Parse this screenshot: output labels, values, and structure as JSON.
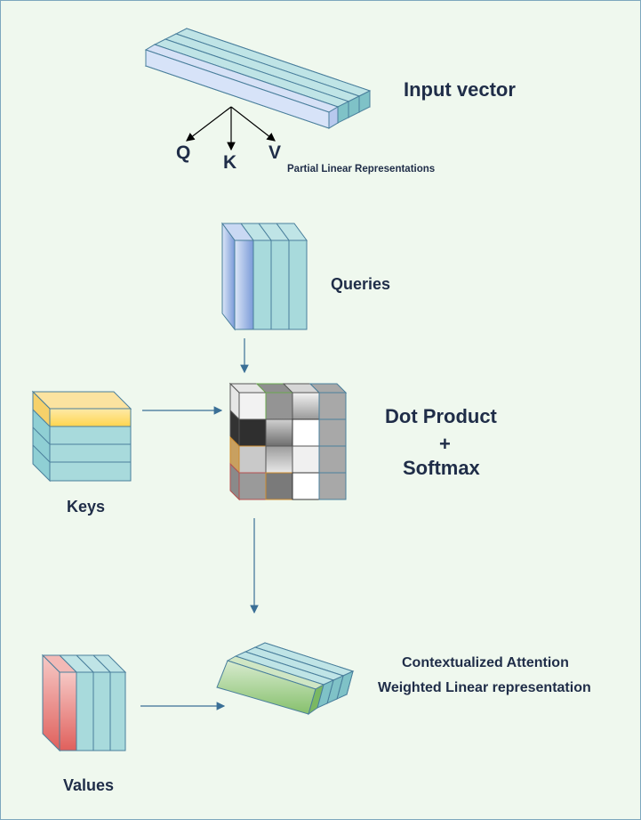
{
  "labels": {
    "input_vector": "Input vector",
    "q": "Q",
    "k": "K",
    "v": "V",
    "partial": "Partial Linear Representations",
    "queries": "Queries",
    "dot_product": "Dot Product",
    "plus": "+",
    "softmax": "Softmax",
    "keys": "Keys",
    "contextualized": "Contextualized Attention",
    "weighted": "Weighted Linear representation",
    "values": "Values"
  },
  "colors": {
    "background": "#eff8ee",
    "teal": "#a8dadc",
    "blue": "#9ab3e3",
    "yellow": "#ffd966",
    "red": "#e06666",
    "green": "#93c47d",
    "arrow": "#3a6f96",
    "text": "#1f2d48"
  }
}
